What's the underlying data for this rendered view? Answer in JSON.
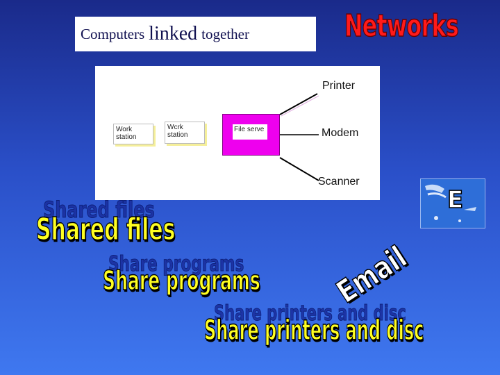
{
  "title": {
    "part1": "Computers",
    "part2": "linked",
    "part3": "together"
  },
  "heading": "Networks",
  "diagram": {
    "workstation1": [
      "Work",
      "station"
    ],
    "workstation2": [
      "Wcrk",
      "station"
    ],
    "file_server": "File serve",
    "printer": "Printer",
    "modem": "Modem",
    "scanner": "Scanner"
  },
  "email_icon_letter": "E",
  "wordart": {
    "shared_files": "Shared files",
    "share_programs": "Share programs",
    "email": "Email",
    "share_printers": "Share printers and disc"
  },
  "colors": {
    "background_top": "#1a2a8a",
    "background_bottom": "#3f78f0",
    "wordart_fill": "#ffff22",
    "networks_fill": "#ff1a1a",
    "file_server_fill": "#ee00ee"
  }
}
